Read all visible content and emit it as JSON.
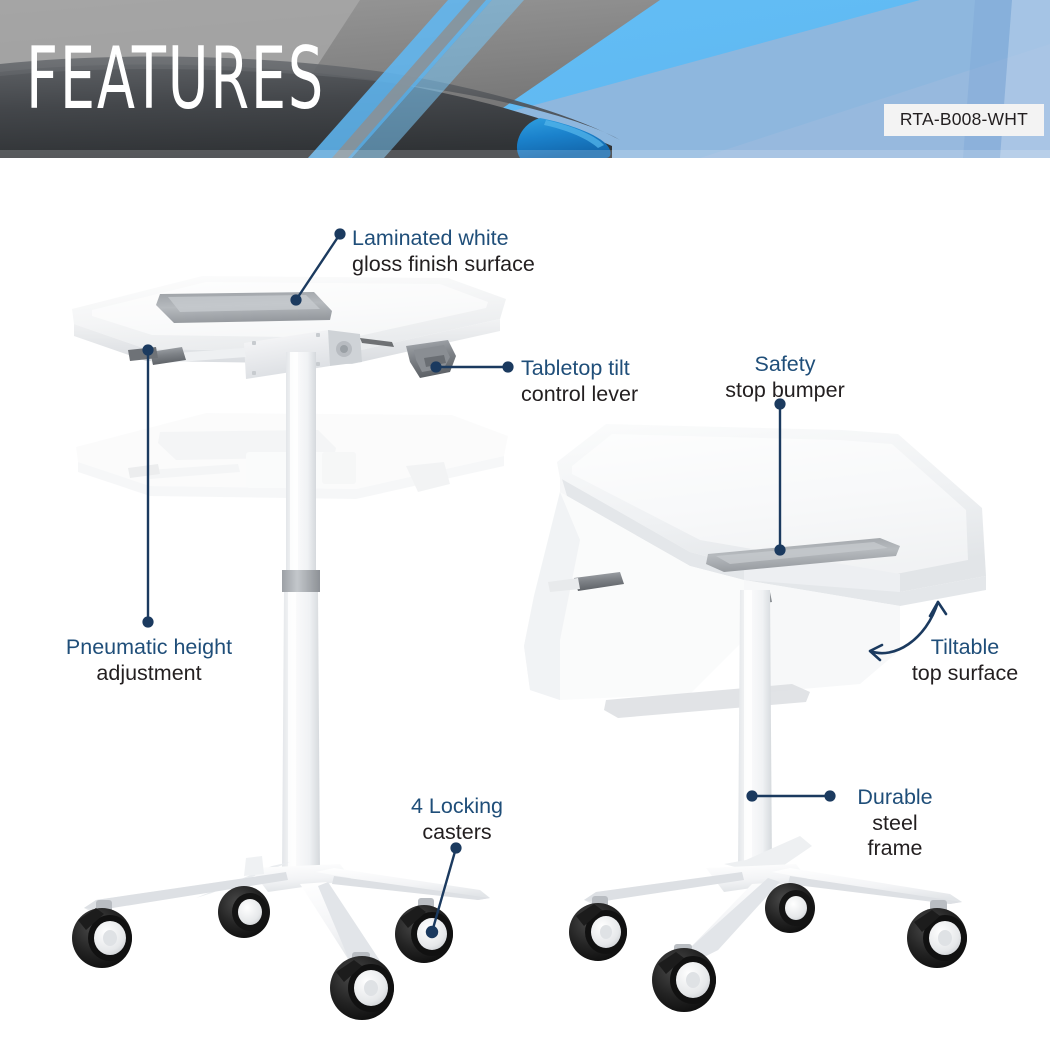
{
  "header": {
    "title": "FEATURES",
    "sku": "RTA-B008-WHT",
    "accent_blue": "#6CBEF2",
    "overlay_blue": "#93B6DC",
    "badge_bg": "#F3F3F3",
    "badge_text_color": "#231F20"
  },
  "theme": {
    "callout_primary_color": "#1F4E79",
    "callout_secondary_color": "#231F20",
    "leader_color": "#1B3A5F",
    "product_white": "#FFFFFF",
    "product_gray": "#B9BCC0",
    "caster_black": "#1A1A1A"
  },
  "callouts": [
    {
      "id": "laminated-surface",
      "lines": [
        "Laminated white",
        "gloss finish surface"
      ],
      "align": "left"
    },
    {
      "id": "tabletop-tilt-lever",
      "lines": [
        "Tabletop tilt",
        "control lever"
      ],
      "align": "left"
    },
    {
      "id": "safety-stop-bumper",
      "lines": [
        "Safety",
        "stop bumper"
      ],
      "align": "center"
    },
    {
      "id": "pneumatic-height",
      "lines": [
        "Pneumatic height",
        "adjustment"
      ],
      "align": "center"
    },
    {
      "id": "tiltable-top",
      "lines": [
        "Tiltable",
        "top surface"
      ],
      "align": "center"
    },
    {
      "id": "locking-casters",
      "lines": [
        "4 Locking",
        "casters"
      ],
      "align": "center"
    },
    {
      "id": "durable-steel-frame",
      "lines": [
        "Durable",
        "steel",
        "frame"
      ],
      "align": "center"
    }
  ],
  "products": [
    {
      "id": "sit-stand-desk-front-view",
      "label": "Height adjustable mobile desk, front three-quarter view"
    },
    {
      "id": "sit-stand-desk-tilted-view",
      "label": "Mobile desk with tilted top surface, side view"
    }
  ]
}
